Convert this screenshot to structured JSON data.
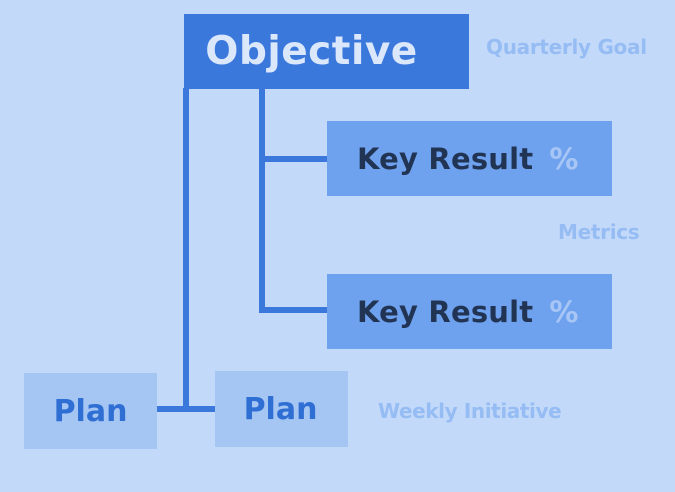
{
  "diagram": {
    "objective": {
      "label": "Objective",
      "note": "Quarterly Goal"
    },
    "key_results": [
      {
        "label": "Key Result",
        "unit": "%"
      },
      {
        "label": "Key Result",
        "unit": "%"
      }
    ],
    "key_results_note": "Metrics",
    "plans": [
      {
        "label": "Plan"
      },
      {
        "label": "Plan"
      }
    ],
    "plans_note": "Weekly Initiative"
  },
  "colors": {
    "background": "#c3d9fa",
    "objective_fill": "#3b78dc",
    "key_result_fill": "#6ea2ef",
    "plan_fill": "#a5c5f3",
    "connector": "#3b78dc",
    "annotation_text": "#96bcf4"
  }
}
